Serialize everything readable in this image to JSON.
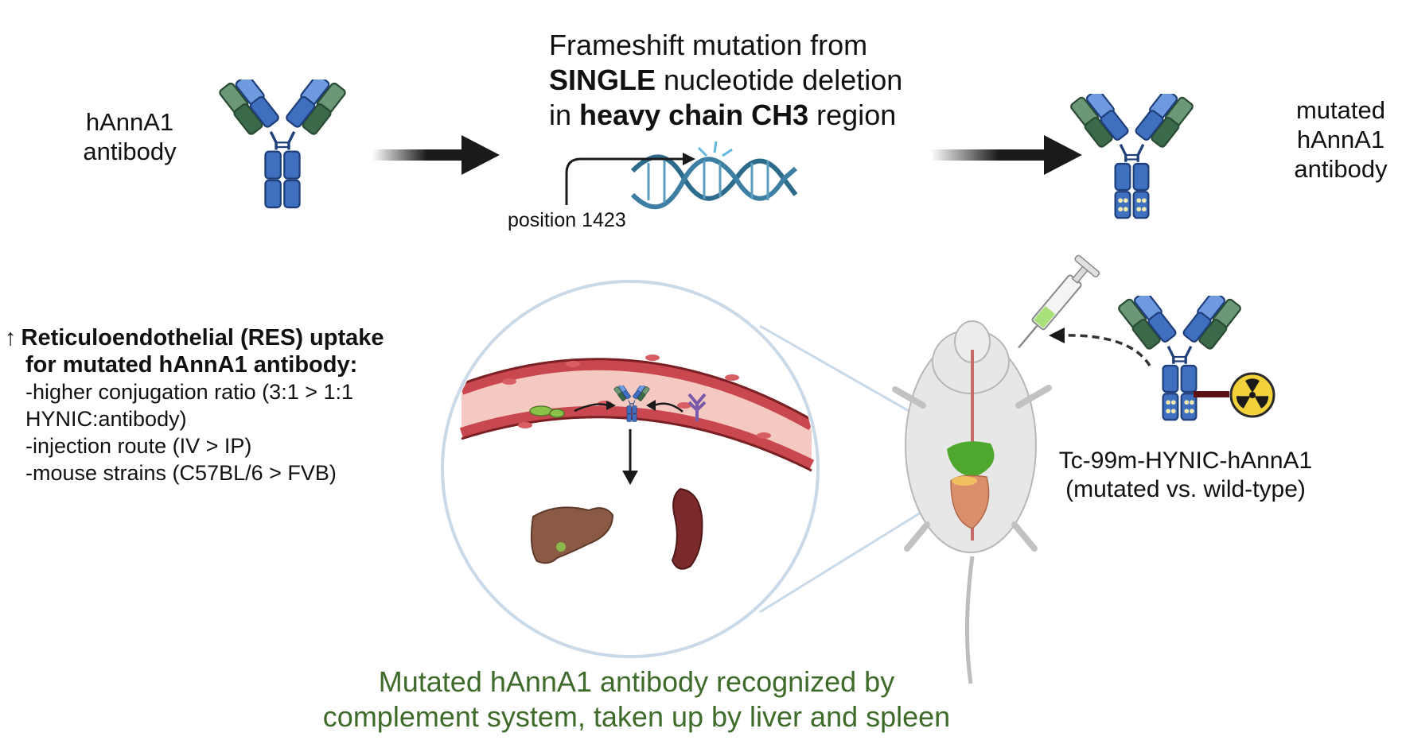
{
  "colors": {
    "heavy_chain": "#3f6fbf",
    "heavy_chain_light": "#6f9ae0",
    "light_chain": "#3a6a4a",
    "light_chain_light": "#6b9877",
    "arrow": "#1a1a1a",
    "vessel_wall": "#c9474f",
    "vessel_inner": "#f3c9c2",
    "liver": "#8a5a45",
    "spleen": "#7a2a2a",
    "green_text": "#3e6b2a",
    "radiation": "#f2d13a"
  },
  "labels": {
    "antibody_left": [
      "hAnnA1",
      "antibody"
    ],
    "antibody_right": [
      "mutated",
      "hAnnA1",
      "antibody"
    ],
    "frameshift": {
      "line1": "Frameshift mutation from",
      "line2_bold": "SINGLE",
      "line2_rest": " nucleotide deletion",
      "line3_pre": "in ",
      "line3_bold": "heavy chain CH3",
      "line3_rest": " region"
    },
    "position": "position 1423",
    "tracer": [
      "Tc-99m-HYNIC-hAnnA1",
      "(mutated vs. wild-type)"
    ],
    "res": {
      "arrow": "↑",
      "title": [
        "Reticuloendothelial (RES) uptake",
        "for mutated hAnnA1 antibody:"
      ],
      "items": [
        "-higher conjugation ratio (3:1 > 1:1",
        "HYNIC:antibody)",
        "-injection route (IV > IP)",
        "-mouse strains (C57BL/6 > FVB)"
      ]
    },
    "footer": [
      "Mutated hAnnA1 antibody recognized by",
      "complement system, taken up by liver and spleen"
    ]
  }
}
